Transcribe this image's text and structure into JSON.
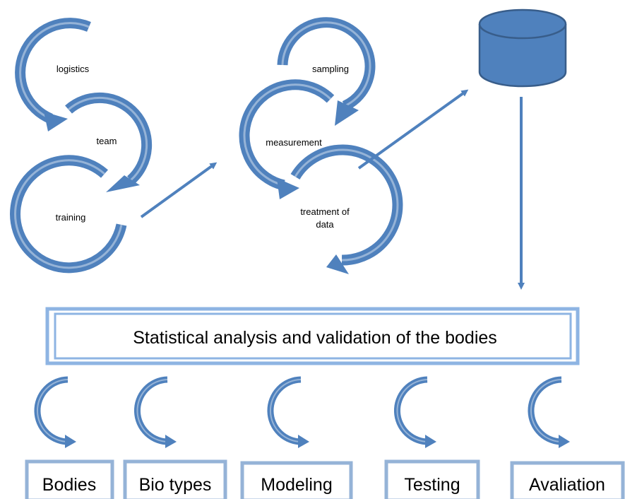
{
  "colors": {
    "accent": "#4f81bd",
    "accent_light": "#95b3d7",
    "box_border": "#8eb4e3",
    "database_fill": "#4f81bd",
    "database_border": "#385d8a"
  },
  "cycle_1": {
    "labels": [
      "logistics",
      "team",
      "training"
    ]
  },
  "cycle_2": {
    "labels": [
      "sampling",
      "measurement",
      "treatment of",
      "data"
    ]
  },
  "database": {
    "icon": "database-cylinder-icon"
  },
  "analysis": {
    "title": "Statistical analysis and validation of the bodies"
  },
  "outputs": [
    "Bodies",
    "Bio types",
    "Modeling",
    "Testing",
    "Avaliation"
  ]
}
